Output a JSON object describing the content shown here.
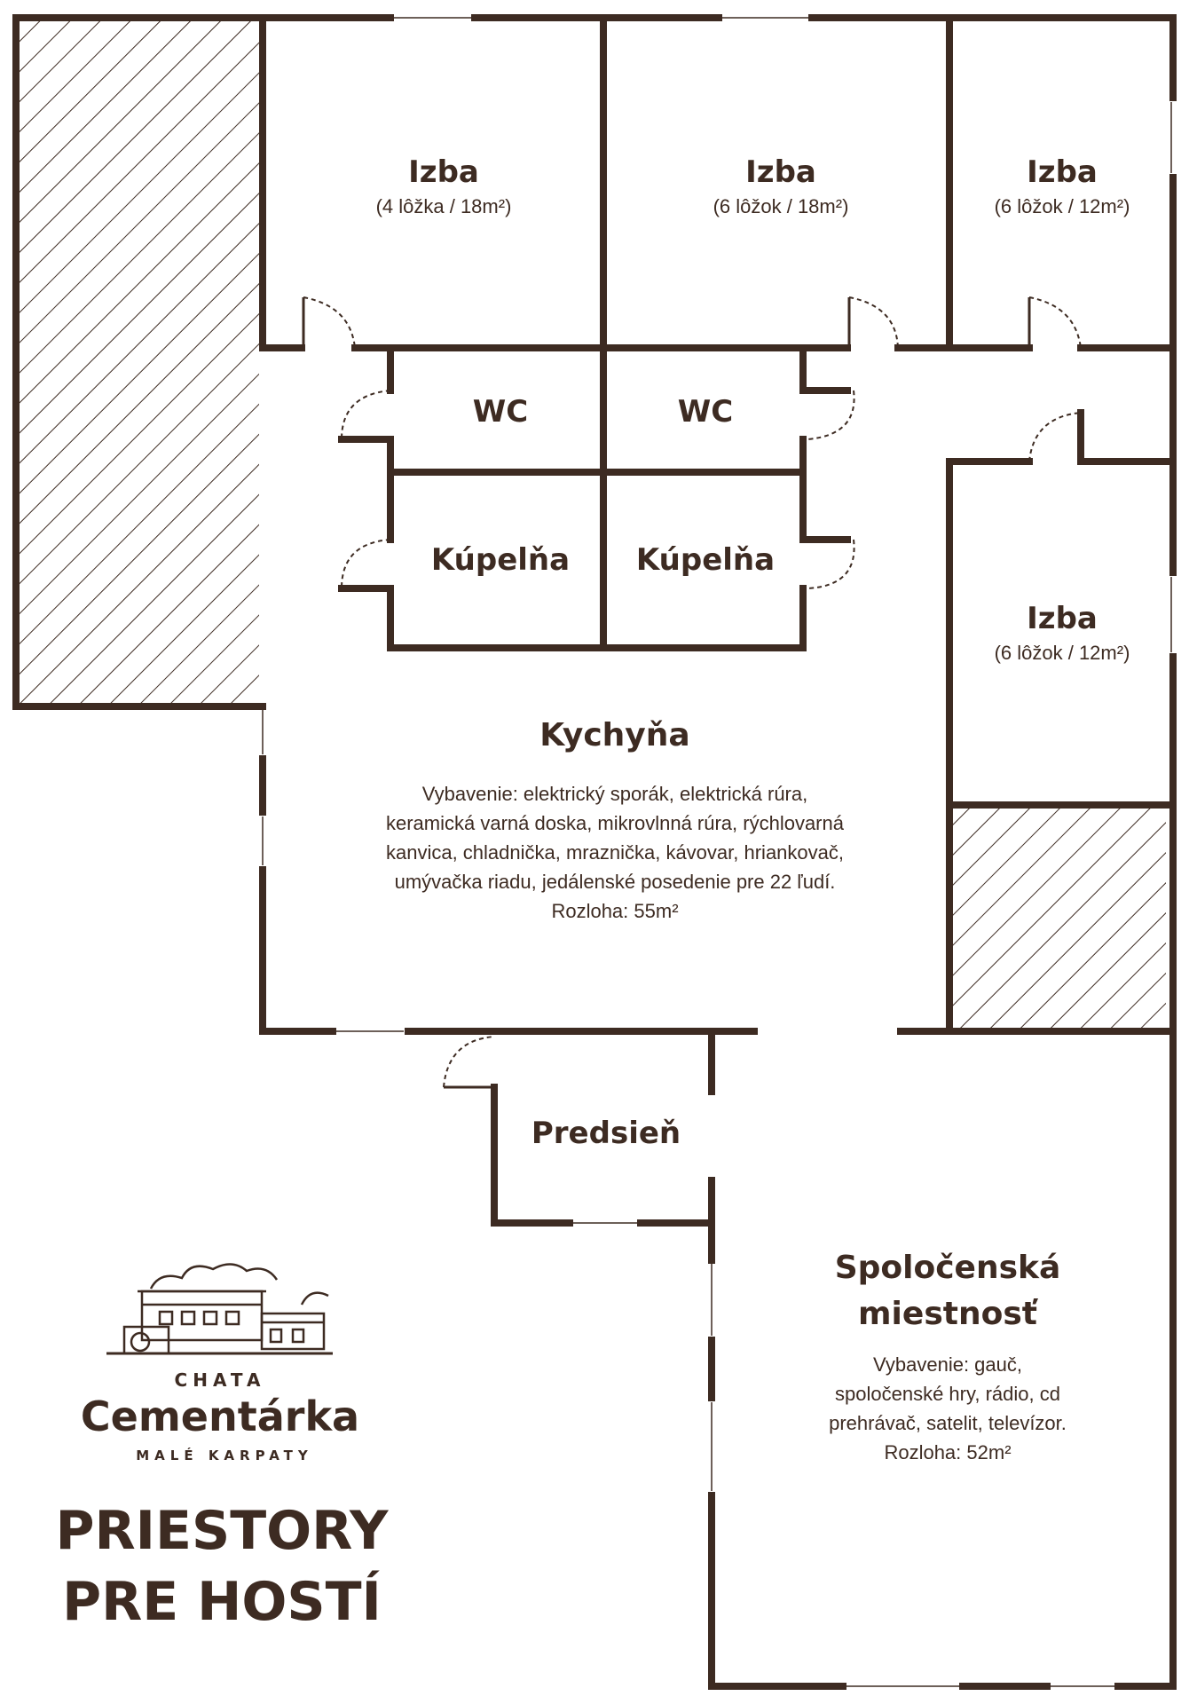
{
  "colors": {
    "wall": "#3d2b22",
    "background": "#ffffff"
  },
  "rooms": {
    "izba1": {
      "title": "Izba",
      "detail": "(4 lôžka / 18m²)"
    },
    "izba2": {
      "title": "Izba",
      "detail": "(6 lôžok / 18m²)"
    },
    "izba3": {
      "title": "Izba",
      "detail": "(6 lôžok / 12m²)"
    },
    "izba4": {
      "title": "Izba",
      "detail": "(6 lôžok / 12m²)"
    },
    "wc1": {
      "title": "WC"
    },
    "wc2": {
      "title": "WC"
    },
    "kupelna1": {
      "title": "Kúpelňa"
    },
    "kupelna2": {
      "title": "Kúpelňa"
    },
    "kitchen": {
      "title": "Kychyňa",
      "lines": [
        "Vybavenie: elektrický sporák, elektrická rúra,",
        "keramická varná doska, mikrovlnná rúra, rýchlovarná",
        "kanvica, chladnička, mraznička, kávovar, hriankovač,",
        "umývačka riadu, jedálenské posedenie pre 22 ľudí.",
        "Rozloha: 55m²"
      ]
    },
    "hall": {
      "title": "Predsieň"
    },
    "social": {
      "title_lines": [
        "Spoločenská",
        "miestnosť"
      ],
      "lines": [
        "Vybavenie: gauč,",
        "spoločenské hry, rádio, cd",
        "prehrávač, satelit, televízor.",
        "Rozloha: 52m²"
      ]
    }
  },
  "brand": {
    "top": "CHATA",
    "name": "Cementárka",
    "sub": "MALÉ KARPATY"
  },
  "heading": [
    "PRIESTORY",
    "PRE HOSTÍ"
  ]
}
